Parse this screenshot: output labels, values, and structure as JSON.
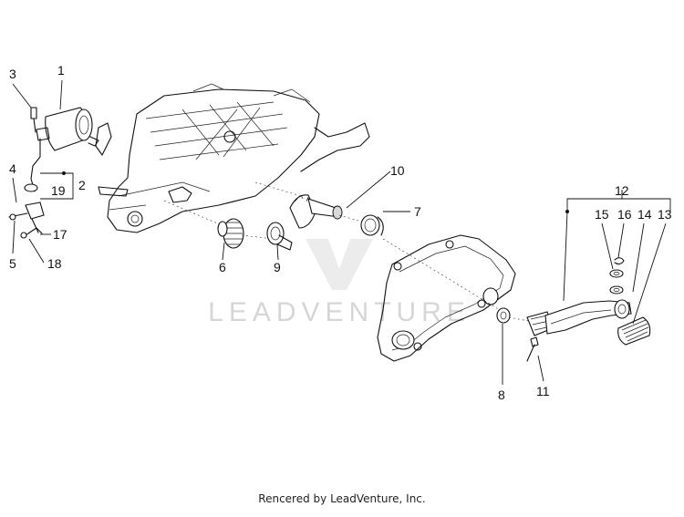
{
  "diagram": {
    "callouts": {
      "n1": "1",
      "n2": "2",
      "n3": "3",
      "n4": "4",
      "n5": "5",
      "n6": "6",
      "n7": "7",
      "n8": "8",
      "n9": "9",
      "n10": "10",
      "n11": "11",
      "n12": "12",
      "n13": "13",
      "n14": "14",
      "n15": "15",
      "n16": "16",
      "n17": "17",
      "n18": "18",
      "n19": "19"
    },
    "watermark": "LEADVENTURE",
    "footer": "Rencered by LeadVenture, Inc."
  }
}
